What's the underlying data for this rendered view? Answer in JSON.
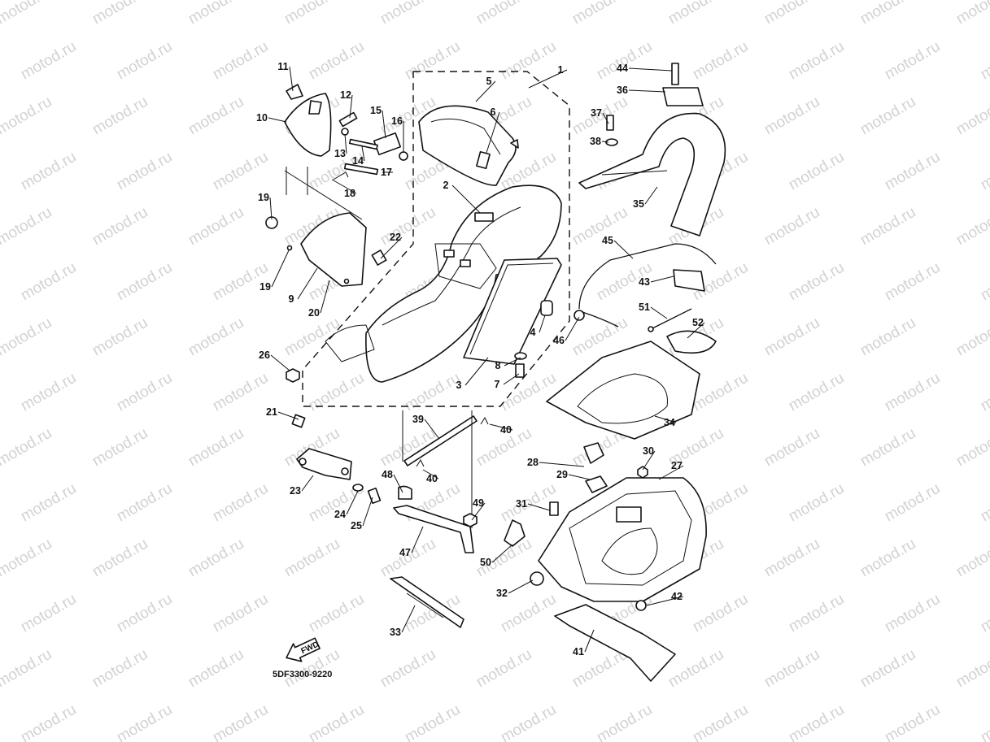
{
  "watermark": {
    "text": "motod.ru"
  },
  "diagram": {
    "code": "5DF3300-9220",
    "fwd_label": "FWD",
    "callouts": [
      "1",
      "2",
      "3",
      "4",
      "5",
      "6",
      "7",
      "8",
      "9",
      "10",
      "11",
      "12",
      "13",
      "14",
      "15",
      "16",
      "17",
      "18",
      "19",
      "19",
      "20",
      "21",
      "22",
      "23",
      "24",
      "25",
      "26",
      "27",
      "28",
      "29",
      "30",
      "31",
      "32",
      "33",
      "34",
      "35",
      "36",
      "37",
      "38",
      "39",
      "40",
      "40",
      "41",
      "42",
      "43",
      "44",
      "45",
      "46",
      "47",
      "48",
      "49",
      "50",
      "51",
      "52"
    ]
  }
}
